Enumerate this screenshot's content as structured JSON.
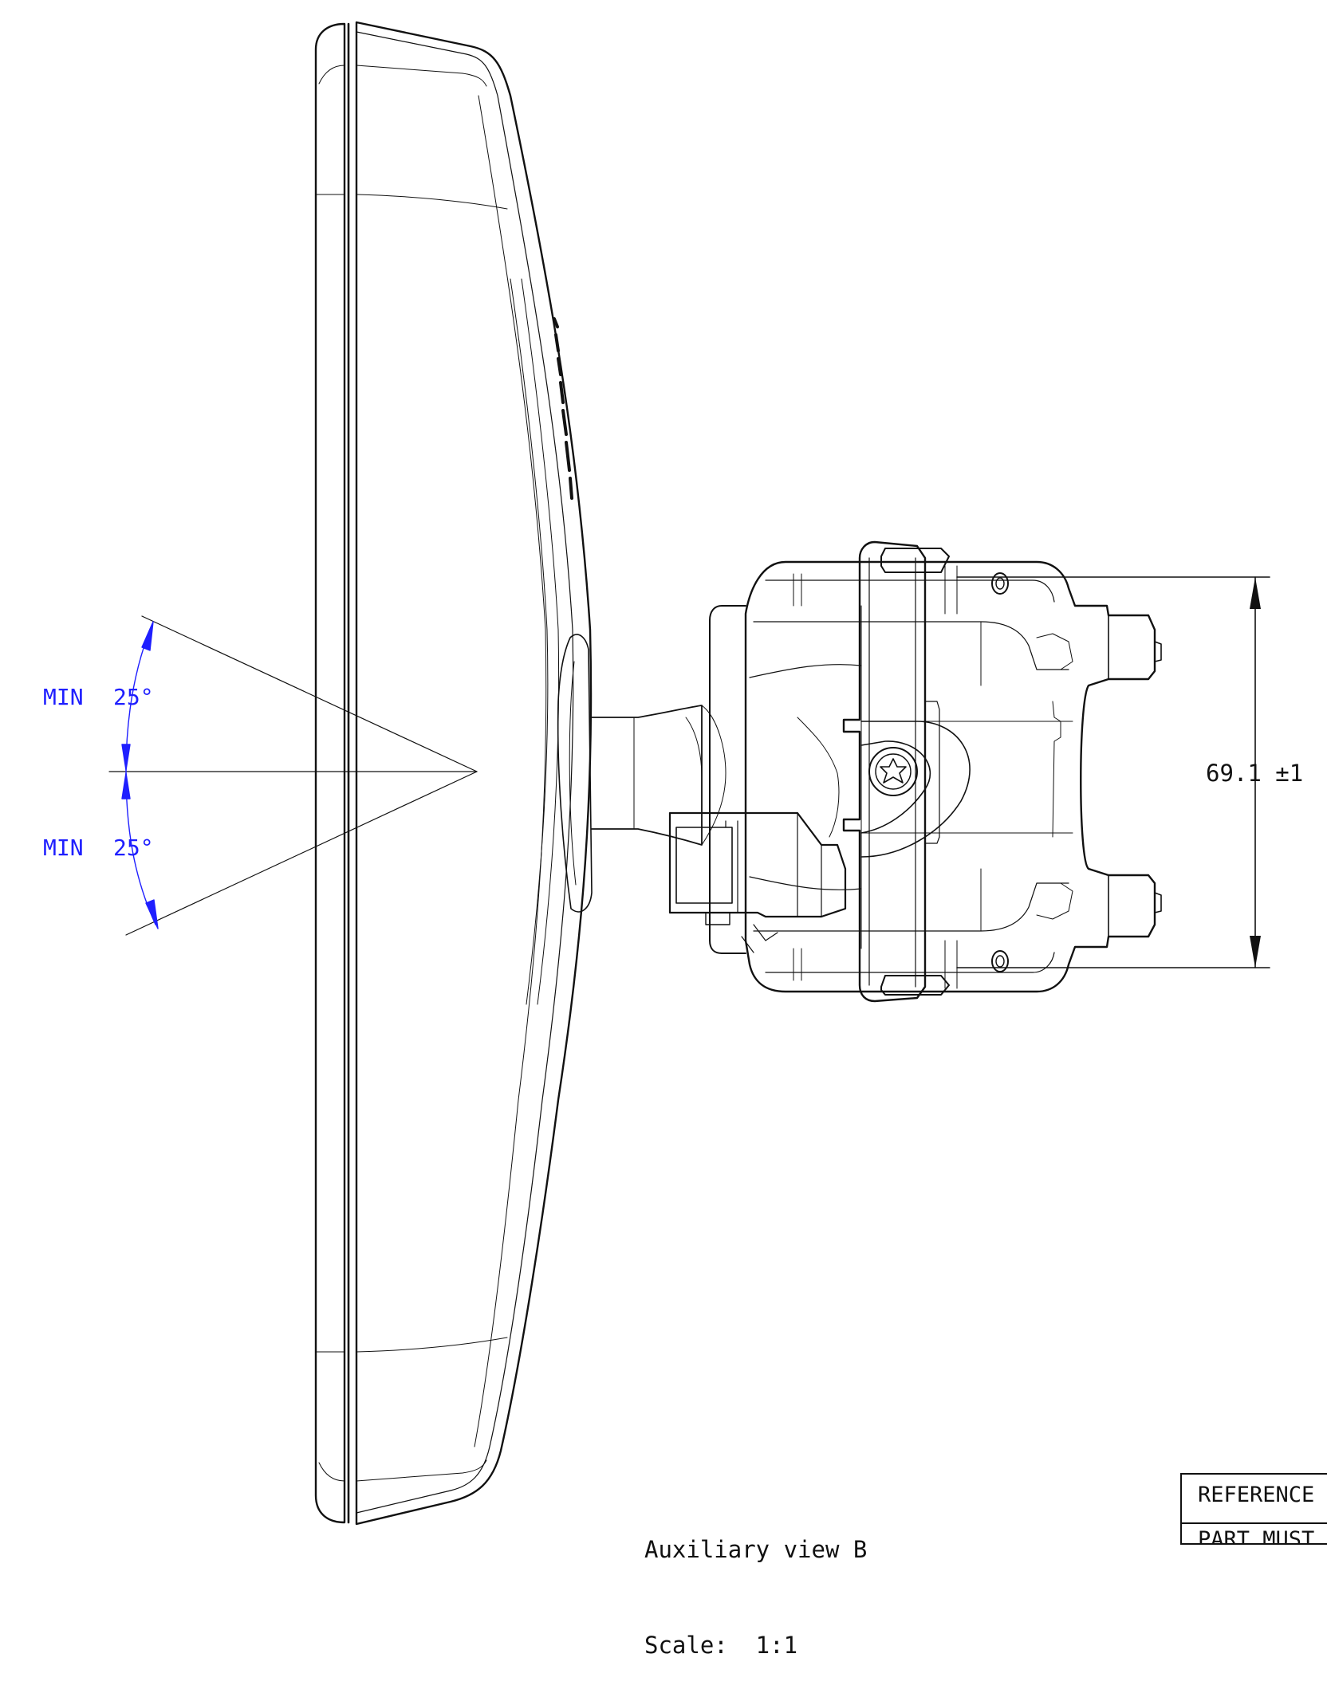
{
  "dimensions": {
    "angle_upper": {
      "label": "MIN",
      "value": "25°"
    },
    "angle_lower": {
      "label": "MIN",
      "value": "25°"
    },
    "height": {
      "text": "69.1 ±1"
    }
  },
  "view_note": {
    "line1": "Auxiliary view B",
    "line2": "Scale:  1:1"
  },
  "reference_box": {
    "row1": "REFERENCE",
    "row2": "PART MUST"
  },
  "colors": {
    "line": "#111111",
    "dimension_blue": "#1f1fff"
  }
}
